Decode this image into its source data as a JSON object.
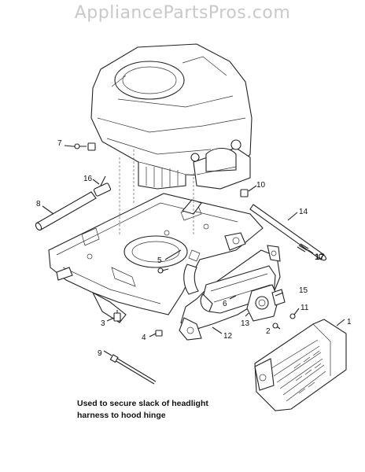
{
  "watermark": "AppliancePartsPros.com",
  "callouts": {
    "c1": "1",
    "c2": "2",
    "c3": "3",
    "c4": "4",
    "c5": "5",
    "c6": "6",
    "c7": "7",
    "c8": "8",
    "c9": "9",
    "c10": "10",
    "c11": "11",
    "c12": "12",
    "c13": "13",
    "c14": "14",
    "c15": "15",
    "c16": "16",
    "c17": "17"
  },
  "note": {
    "line1": "Used to secure slack of headlight",
    "line2": "harness to hood hinge"
  }
}
